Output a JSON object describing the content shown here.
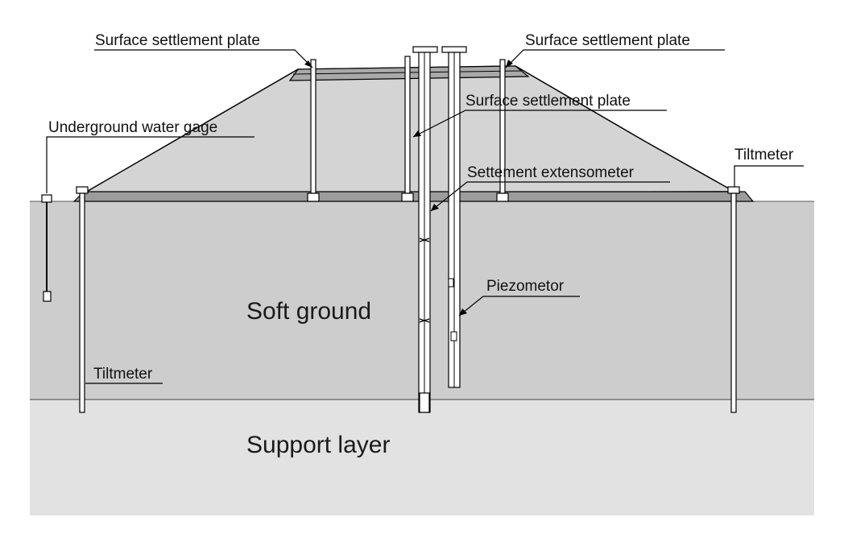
{
  "diagram": {
    "labels": {
      "surface_plate_left": "Surface settlement plate",
      "surface_plate_right": "Surface settlement plate",
      "surface_plate_middle": "Surface settlement plate",
      "underground_water_gage": "Underground water gage",
      "settlement_extensometer": "Settement extensometer",
      "tiltmeter_right": "Tiltmeter",
      "tiltmeter_left": "Tiltmeter",
      "piezometer": "Piezometor",
      "soft_ground": "Soft ground",
      "support_layer": "Support layer"
    },
    "colors": {
      "embankment": "#d4d4d4",
      "soft_ground": "#cdcdcd",
      "support_layer": "#e2e2e2",
      "base_strip": "#9c9c9c",
      "instrument": "#ffffff",
      "outline": "#000000"
    }
  }
}
